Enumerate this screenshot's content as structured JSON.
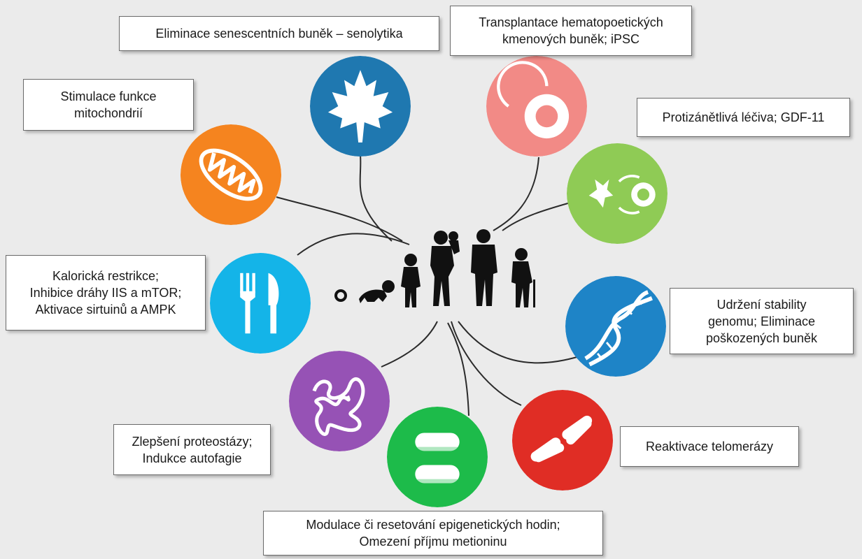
{
  "labels": {
    "senolytika": "Eliminace senescentních buněk – senolytika",
    "transplant": "Transplantace hematopoetických\nkmenových buněk; iPSC",
    "mito": "Stimulace funkce\nmitochondrií",
    "antiinfl": "Protizánětlivá léčiva; GDF-11",
    "caloric": "Kalorická restrikce;\nInhibice dráhy IIS a mTOR;\nAktivace sirtuinů a AMPK",
    "genome": "Udržení stability\ngenomu; Eliminace\npoškozených buněk",
    "proteo": "Zlepšení proteostázy;\nIndukce autofagie",
    "telomerase": "Reaktivace telomerázy",
    "epigen": "Modulace či resetování epigenetických hodin;\nOmezení příjmu metioninu"
  },
  "icons": {
    "leaf": "maple-leaf-icon",
    "stemcell": "stem-cell-icon",
    "mitochondria": "mitochondria-icon",
    "inflammation": "inflammation-cell-icon",
    "cutlery": "fork-knife-icon",
    "dna": "dna-helix-icon",
    "protein": "protein-icon",
    "chromosome": "chromosome-icon",
    "pills": "pills-icon",
    "aging": "human-aging-silhouettes-icon"
  },
  "colors": {
    "leaf": "#1f78b0",
    "stemcell": "#f28a86",
    "mitochondria": "#f5841f",
    "inflammation": "#8fcb55",
    "cutlery": "#14b4e8",
    "dna": "#1e84c7",
    "protein": "#9652b5",
    "chromosome": "#e02d25",
    "pills": "#1dbb4a",
    "silhouette": "#111111"
  }
}
